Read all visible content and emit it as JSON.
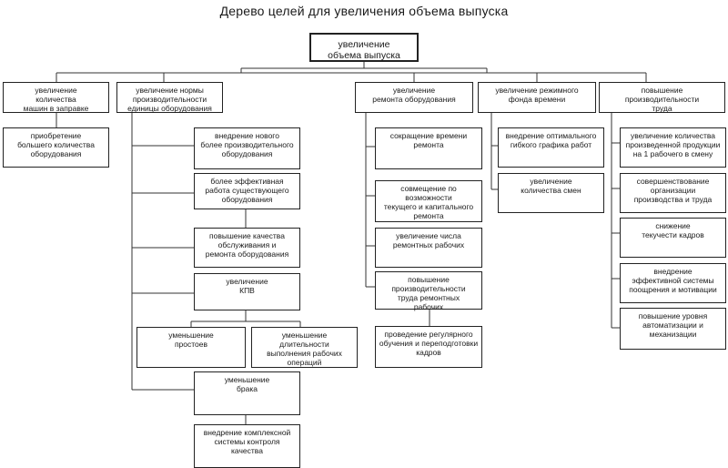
{
  "title": "Дерево целей для увеличения объема выпуска",
  "nodes": {
    "root": "увеличение\nобъема выпуска",
    "n1": "увеличение\nколичества\nмашин в заправке",
    "n1a": "приобретение\nбольшего количества\nоборудования",
    "n2": "увеличение нормы\nпроизводительности\nединицы оборудования",
    "n2a": "внедрение нового\nболее производительного\nоборудования",
    "n2b": "более эффективная\nработа существующего\nоборудования",
    "n2c": "повышение качества\nобслуживания и\nремонта оборудования",
    "n2d": "увеличение\nКПВ",
    "n2d1": "уменьшение\nпростоев",
    "n2d2": "уменьшение\nдлительности\nвыполнения рабочих\nопераций",
    "n2e": "уменьшение\nбрака",
    "n2f": "внедрение комплексной\nсистемы контроля\nкачества",
    "n3": "увеличение\nремонта оборудования",
    "n3a": "сокращение времени\nремонта",
    "n3b": "совмещение по возможности\nтекущего и капитального\nремонта",
    "n3c": "увеличение числа\nремонтных рабочих",
    "n3d": "повышение\nпроизводительности\nтруда ремонтных\nрабочих",
    "n3e": "проведение регулярного\nобучения и переподготовки\nкадров",
    "n4": "увеличение режимного\nфонда времени",
    "n4a": "внедрение оптимального\nгибкого графика работ",
    "n4b": "увеличение\nколичества смен",
    "n5": "повышение\nпроизводительности\nтруда",
    "n5a": "увеличение количества\nпроизведенной продукции\nна 1 рабочего в смену",
    "n5b": "совершенствование\nорганизации\nпроизводства и труда",
    "n5c": "снижение\nтекучести кадров",
    "n5d": "внедрение\nэффективной системы\nпоощрения и мотивации",
    "n5e": "повышение уровня\nавтоматизации и\nмеханизации"
  }
}
